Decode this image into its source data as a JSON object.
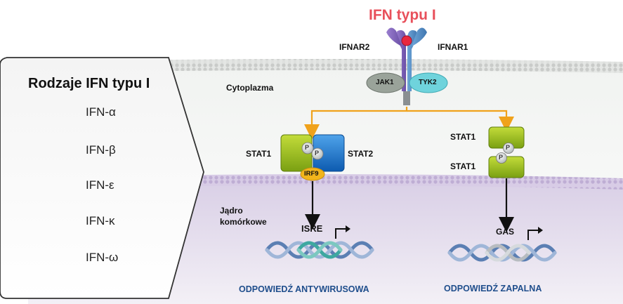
{
  "title": "IFN typu I",
  "receptor": {
    "left": "IFNAR2",
    "right": "IFNAR1"
  },
  "kinases": {
    "left": "JAK1",
    "right": "TYK2"
  },
  "compartments": {
    "cytoplasm": "Cytoplazma",
    "nucleus_line1": "Jądro",
    "nucleus_line2": "komórkowe"
  },
  "panel": {
    "heading": "Rodzaje IFN typu I",
    "items": [
      "IFN-α",
      "IFN-β",
      "IFN-ε",
      "IFN-κ",
      "IFN-ω"
    ]
  },
  "left_pathway": {
    "stat_a": "STAT1",
    "stat_b": "STAT2",
    "phospho": "P",
    "cofactor": "IRF9",
    "element": "ISRE",
    "response": "ODPOWIEDŹ ANTYWIRUSOWA"
  },
  "right_pathway": {
    "stat_top": "STAT1",
    "stat_bottom": "STAT1",
    "phospho": "P",
    "element": "GAS",
    "response": "ODPOWIEDŹ ZAPALNA"
  },
  "colors": {
    "title": "#e8505b",
    "arrow_orange": "#f0a21b",
    "stat1": "#9bbf1e",
    "stat2": "#1a73c8",
    "irf9": "#f2b51c",
    "jak1": "#9aa39a",
    "tyk2": "#6fd3dc",
    "response_text": "#1f4e8c",
    "membrane": "#cfcfcf",
    "nucleus": "#e7e1ee"
  }
}
